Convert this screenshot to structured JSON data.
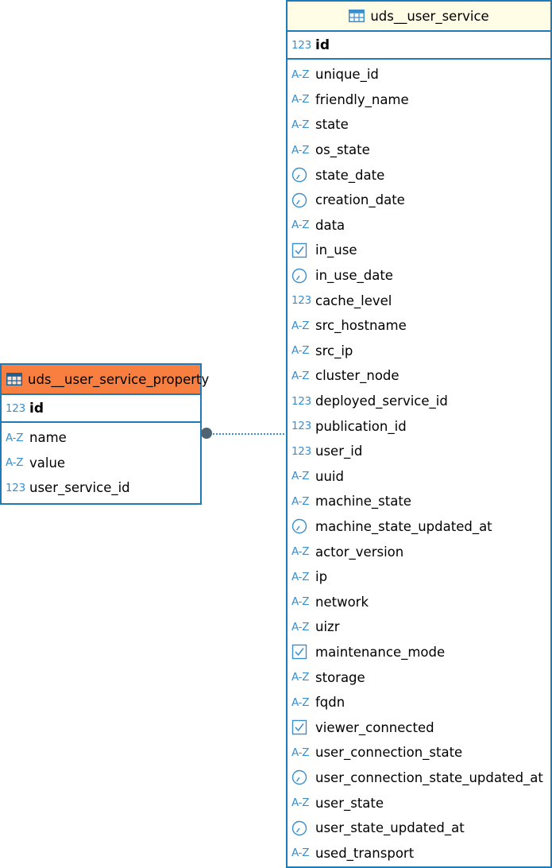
{
  "main_table": {
    "title": "uds__user_service",
    "pk": {
      "type": "num",
      "icon": "123",
      "name": "id"
    },
    "columns": [
      {
        "type": "az",
        "icon": "A-Z",
        "name": "unique_id"
      },
      {
        "type": "az",
        "icon": "A-Z",
        "name": "friendly_name"
      },
      {
        "type": "az",
        "icon": "A-Z",
        "name": "state"
      },
      {
        "type": "az",
        "icon": "A-Z",
        "name": "os_state"
      },
      {
        "type": "date",
        "name": "state_date"
      },
      {
        "type": "date",
        "name": "creation_date"
      },
      {
        "type": "az",
        "icon": "A-Z",
        "name": "data"
      },
      {
        "type": "bool",
        "name": "in_use"
      },
      {
        "type": "date",
        "name": "in_use_date"
      },
      {
        "type": "num",
        "icon": "123",
        "name": "cache_level"
      },
      {
        "type": "az",
        "icon": "A-Z",
        "name": "src_hostname"
      },
      {
        "type": "az",
        "icon": "A-Z",
        "name": "src_ip"
      },
      {
        "type": "az",
        "icon": "A-Z",
        "name": "cluster_node"
      },
      {
        "type": "num",
        "icon": "123",
        "name": "deployed_service_id"
      },
      {
        "type": "num",
        "icon": "123",
        "name": "publication_id"
      },
      {
        "type": "num",
        "icon": "123",
        "name": "user_id"
      },
      {
        "type": "az",
        "icon": "A-Z",
        "name": "uuid"
      },
      {
        "type": "az",
        "icon": "A-Z",
        "name": "machine_state"
      },
      {
        "type": "date",
        "name": "machine_state_updated_at"
      },
      {
        "type": "az",
        "icon": "A-Z",
        "name": "actor_version"
      },
      {
        "type": "az",
        "icon": "A-Z",
        "name": "ip"
      },
      {
        "type": "az",
        "icon": "A-Z",
        "name": "network"
      },
      {
        "type": "az",
        "icon": "A-Z",
        "name": "uizr"
      },
      {
        "type": "bool",
        "name": "maintenance_mode"
      },
      {
        "type": "az",
        "icon": "A-Z",
        "name": "storage"
      },
      {
        "type": "az",
        "icon": "A-Z",
        "name": "fqdn"
      },
      {
        "type": "bool",
        "name": "viewer_connected"
      },
      {
        "type": "az",
        "icon": "A-Z",
        "name": "user_connection_state"
      },
      {
        "type": "date",
        "name": "user_connection_state_updated_at"
      },
      {
        "type": "az",
        "icon": "A-Z",
        "name": "user_state"
      },
      {
        "type": "date",
        "name": "user_state_updated_at"
      },
      {
        "type": "az",
        "icon": "A-Z",
        "name": "used_transport"
      }
    ]
  },
  "property_table": {
    "title": "uds__user_service_property",
    "pk": {
      "type": "num",
      "icon": "123",
      "name": "id"
    },
    "columns": [
      {
        "type": "az",
        "icon": "A-Z",
        "name": "name"
      },
      {
        "type": "az",
        "icon": "A-Z",
        "name": "value"
      },
      {
        "type": "num",
        "icon": "123",
        "name": "user_service_id"
      }
    ]
  },
  "colors": {
    "border": "#1f7ab8",
    "main_header_bg": "#fffde6",
    "property_header_bg": "#f97f41",
    "icon": "#3a8ecd",
    "connector_dot": "#4f6473"
  }
}
